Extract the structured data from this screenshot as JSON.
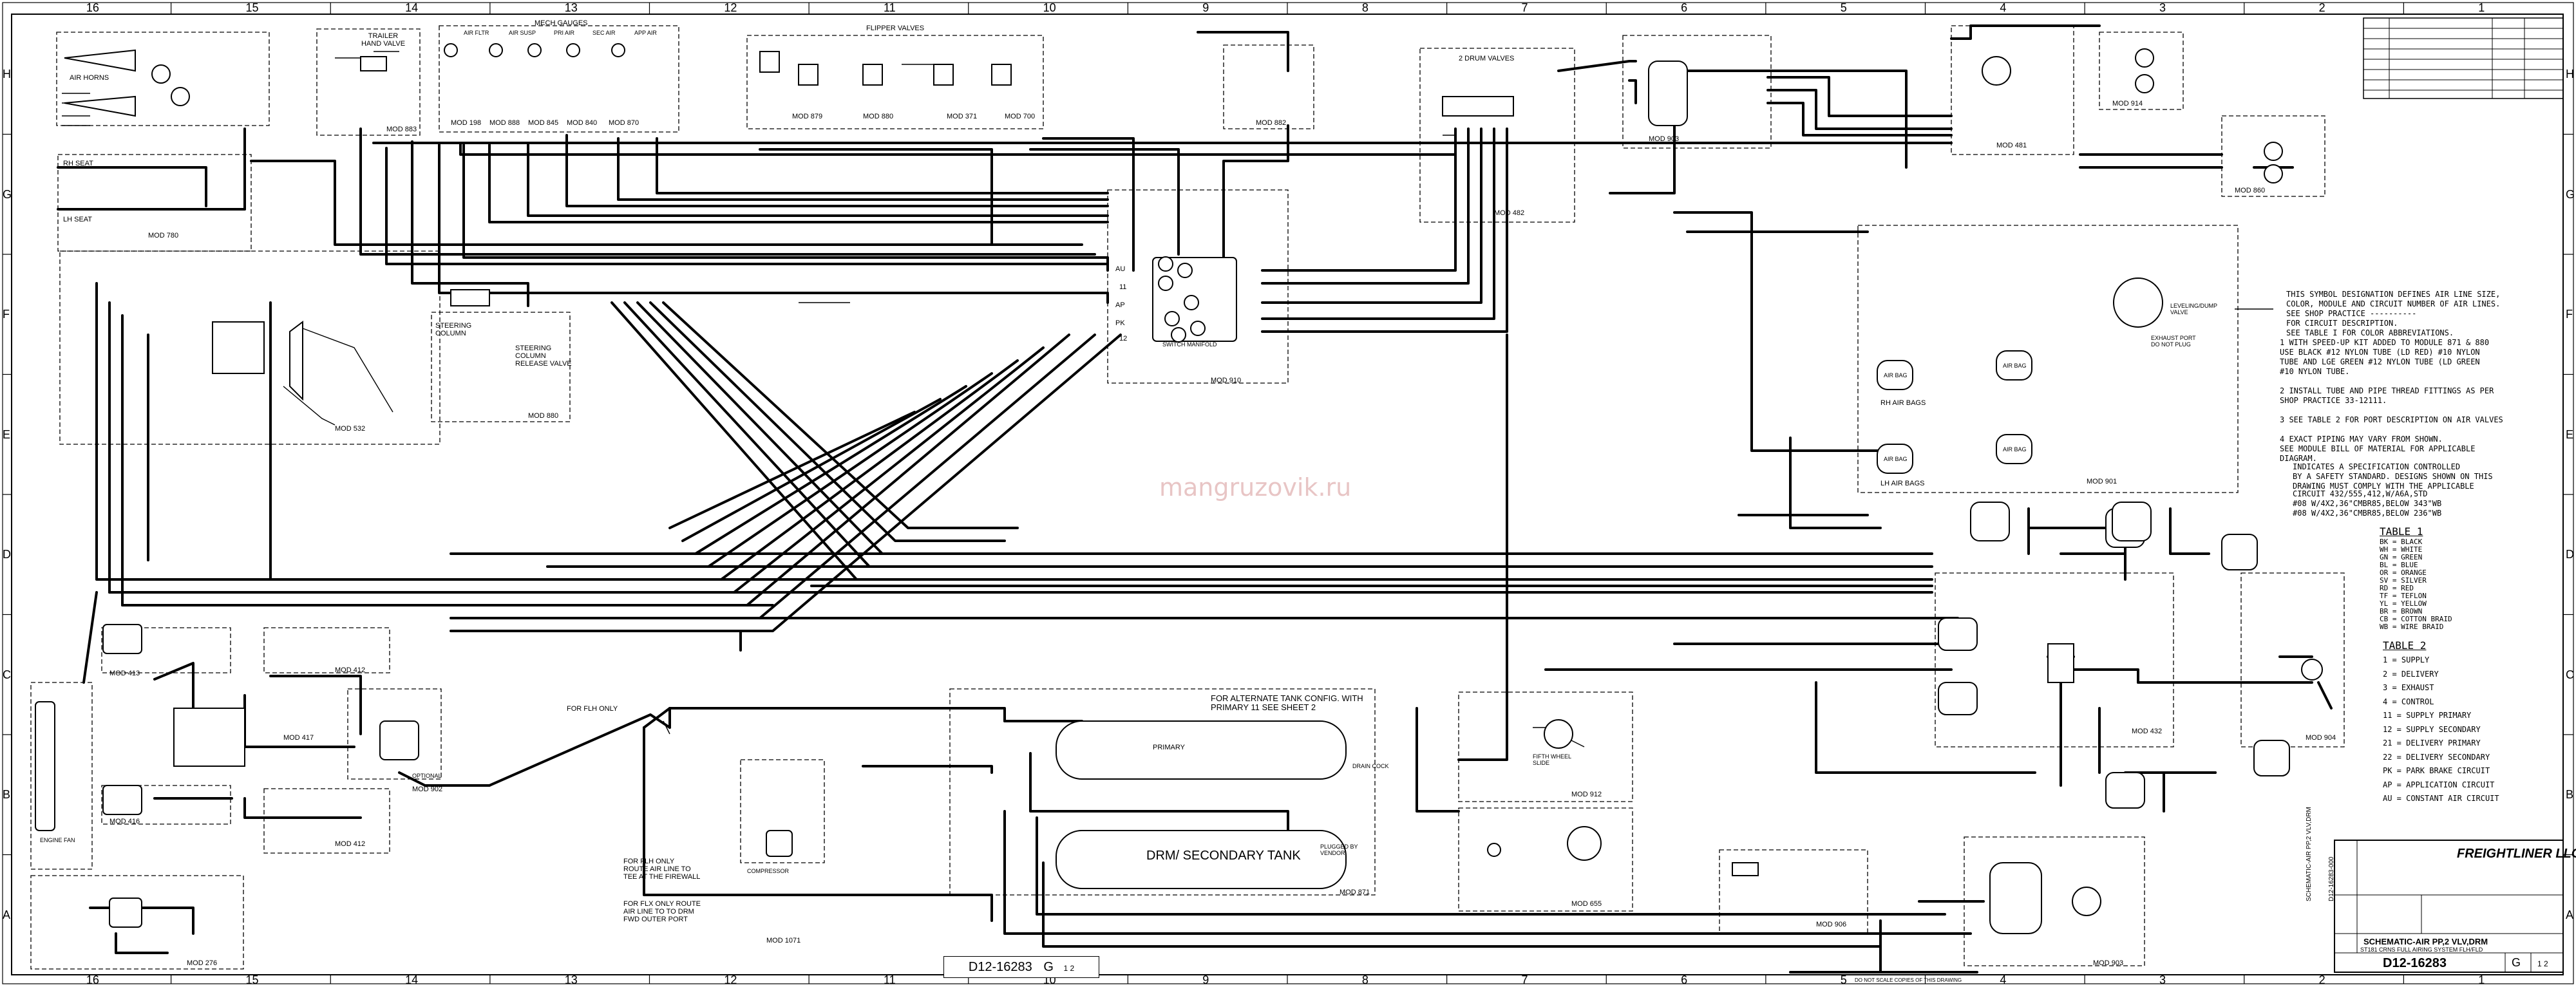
{
  "zones": {
    "columns": [
      "16",
      "15",
      "14",
      "13",
      "12",
      "11",
      "10",
      "9",
      "8",
      "7",
      "6",
      "5",
      "4",
      "3",
      "2",
      "1"
    ],
    "rows": [
      "H",
      "G",
      "F",
      "E",
      "D",
      "C",
      "B",
      "A"
    ]
  },
  "headers": {
    "air_horns": "AIR HORNS",
    "trailer_hand_valve": "TRAILER HAND VALVE",
    "mech_gauges": "MECH GAUGES",
    "gauge_labels": [
      "AIR FLTR",
      "AIR SUSP",
      "PRI AIR",
      "SEC AIR",
      "APP AIR"
    ],
    "flipper_valves": "FLIPPER VALVES",
    "two_drum_valves": "2 DRUM VALVES",
    "rh_seat": "RH SEAT",
    "lh_seat": "LH SEAT",
    "steering_column": "STEERING COLUMN",
    "steering_column_release": "STEERING COLUMN RELEASE VALVE",
    "switch_manifold": "SWITCH MANIFOLD",
    "manifold_ports": [
      "AU",
      "11",
      "AP",
      "PK",
      "12"
    ],
    "rh_air_bags": "RH AIR BAGS",
    "lh_air_bags": "LH AIR BAGS",
    "air_bag": "AIR BAG",
    "leveling_valve": "LEVELING/DUMP VALVE",
    "exhaust_port": "EXHAUST PORT DO NOT PLUG",
    "primary": "PRIMARY",
    "drm_secondary_tank": "DRM/ SECONDARY TANK",
    "drain_cock": "DRAIN COCK",
    "plugged_by_vendor": "PLUGGED BY VENDOR",
    "alt_tank_note": "FOR ALTERNATE TANK CONFIG. WITH PRIMARY 11 SEE SHEET 2",
    "compressor": "COMPRESSOR",
    "engine_fan": "ENGINE FAN",
    "fifth_wheel_slide": "FIFTH WHEEL SLIDE",
    "for_flh_only": "FOR FLH ONLY",
    "flh_route_note": "FOR FLH ONLY ROUTE AIR LINE TO TEE AT THE FIREWALL",
    "flx_route_note": "FOR FLX ONLY ROUTE AIR LINE TO TO DRM FWD OUTER PORT",
    "optional": "OPTIONAL"
  },
  "modules": [
    "MOD 780",
    "MOD 198",
    "MOD 888",
    "MOD 845",
    "MOD 840",
    "MOD 870",
    "MOD 879",
    "MOD 880",
    "MOD 371",
    "MOD 700",
    "MOD 882",
    "MOD 482",
    "MOD 903",
    "MOD 481",
    "MOD 914",
    "MOD 860",
    "MOD 532",
    "MOD 880",
    "MOD 910",
    "MOD 901",
    "MOD 413",
    "MOD 412",
    "MOD 417",
    "MOD 902",
    "MOD 416",
    "MOD 412",
    "MOD 1071",
    "MOD 871",
    "MOD 912",
    "MOD 655",
    "MOD 906",
    "MOD 432",
    "MOD 904",
    "MOD 903",
    "MOD 276",
    "MOD 883"
  ],
  "notes": {
    "symbol_def": [
      "THIS SYMBOL DESIGNATION DEFINES AIR LINE SIZE,",
      "COLOR, MODULE AND CIRCUIT NUMBER OF AIR LINES.",
      "SEE SHOP PRACTICE ----------",
      "FOR CIRCUIT DESCRIPTION.",
      "SEE TABLE I FOR COLOR ABBREVIATIONS."
    ],
    "numbered": [
      "1  WITH SPEED-UP KIT ADDED TO MODULE 871 & 880",
      "   USE BLACK #12 NYLON TUBE (LD RED) #10 NYLON",
      "   TUBE AND LGE GREEN #12 NYLON TUBE (LD GREEN",
      "   #10 NYLON TUBE.",
      "",
      "2  INSTALL TUBE AND PIPE THREAD FITTINGS AS PER",
      "   SHOP PRACTICE 33-12111.",
      "",
      "3  SEE TABLE 2 FOR PORT DESCRIPTION ON AIR VALVES",
      "",
      "4  EXACT PIPING MAY VARY FROM SHOWN.",
      "   SEE MODULE BILL OF MATERIAL FOR APPLICABLE",
      "   DIAGRAM."
    ],
    "safety": [
      "INDICATES A SPECIFICATION CONTROLLED",
      "BY A SAFETY STANDARD. DESIGNS SHOWN ON THIS",
      "DRAWING MUST COMPLY WITH THE APPLICABLE"
    ],
    "circuit": [
      "CIRCUIT 432/555,412,W/A6A,STD",
      "#08 W/4X2,36\"CMBR85,BELOW 343\"WB",
      "#08 W/4X2,36\"CMBR85,BELOW 236\"WB"
    ]
  },
  "table1": {
    "title": "TABLE 1",
    "rows": [
      "BK = BLACK",
      "WH = WHITE",
      "GN = GREEN",
      "BL = BLUE",
      "OR = ORANGE",
      "SV = SILVER",
      "RD = RED",
      "TF = TEFLON",
      "YL = YELLOW",
      "BR = BROWN",
      "CB = COTTON BRAID",
      "WB = WIRE BRAID"
    ]
  },
  "table2": {
    "title": "TABLE 2",
    "rows": [
      "1  = SUPPLY",
      "2  = DELIVERY",
      "3  = EXHAUST",
      "4  = CONTROL",
      "11 = SUPPLY PRIMARY",
      "12 = SUPPLY SECONDARY",
      "21 = DELIVERY PRIMARY",
      "22 = DELIVERY SECONDARY",
      "PK = PARK BRAKE CIRCUIT",
      "AP = APPLICATION CIRCUIT",
      "AU = CONSTANT AIR CIRCUIT"
    ]
  },
  "title_block": {
    "company": "FREIGHTLINER LLC",
    "title_line1": "SCHEMATIC-AIR PP,2 VLV,DRM",
    "title_line2": "ST181 CRNS FULL AIRING SYSTEM  FLH/FLD",
    "drawing_number": "D12-16283",
    "sheet": "G",
    "sheet_of": "1 2",
    "side_label": "SCHEMATIC-AIR PP,2 VLV,DRM",
    "side_number": "D12-16283-000"
  },
  "footer": {
    "drawing_box": "D12-16283",
    "drawing_box_rev": "G",
    "drawing_box_sheet": "1 2",
    "do_not_scale": "DO NOT SCALE COPIES OF THIS DRAWING"
  },
  "watermark": "mangruzovik.ru"
}
